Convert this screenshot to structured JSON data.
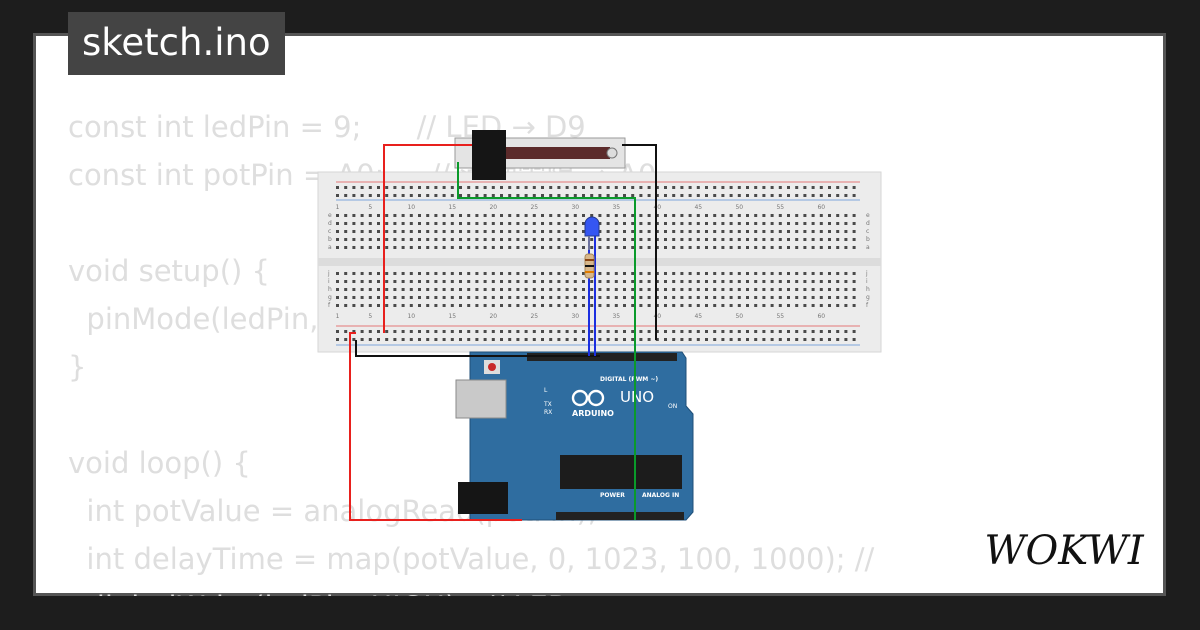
{
  "title": "sketch.ino",
  "brand": "WOKWI",
  "code_lines": [
    "const int ledPin = 9;      // LED → D9",
    "const int potPin = A0;     // 滑動電阻 → A0",
    "",
    "void setup() {",
    "  pinMode(ledPin, OUTPUT);",
    "}",
    "",
    "void loop() {",
    "  int potValue = analogRead(potPin);",
    "  int delayTime = map(potValue, 0, 1023, 100, 1000); //",
    "  digitalWrite(ledPin, HIGH);  // LED"
  ],
  "breadboard": {
    "column_numbers": [
      "1",
      "5",
      "10",
      "15",
      "20",
      "25",
      "30",
      "35",
      "40",
      "45",
      "50",
      "55",
      "60"
    ],
    "row_letters_top": [
      "j",
      "i",
      "h",
      "g",
      "f"
    ],
    "row_letters_bottom": [
      "e",
      "d",
      "c",
      "b",
      "a"
    ]
  },
  "arduino": {
    "model": "UNO",
    "brand": "ARDUINO",
    "digital_label": "DIGITAL (PWM ~)",
    "power_label": "POWER",
    "analog_label": "ANALOG IN",
    "on_label": "ON",
    "tx_label": "TX",
    "rx_label": "RX",
    "l_label": "L"
  },
  "colors": {
    "wire_red": "#e8201d",
    "wire_black": "#111111",
    "wire_green": "#0a9a2a",
    "wire_blue": "#1c2fe0",
    "board_blue": "#2f6da0",
    "led_blue": "#3556f2"
  }
}
